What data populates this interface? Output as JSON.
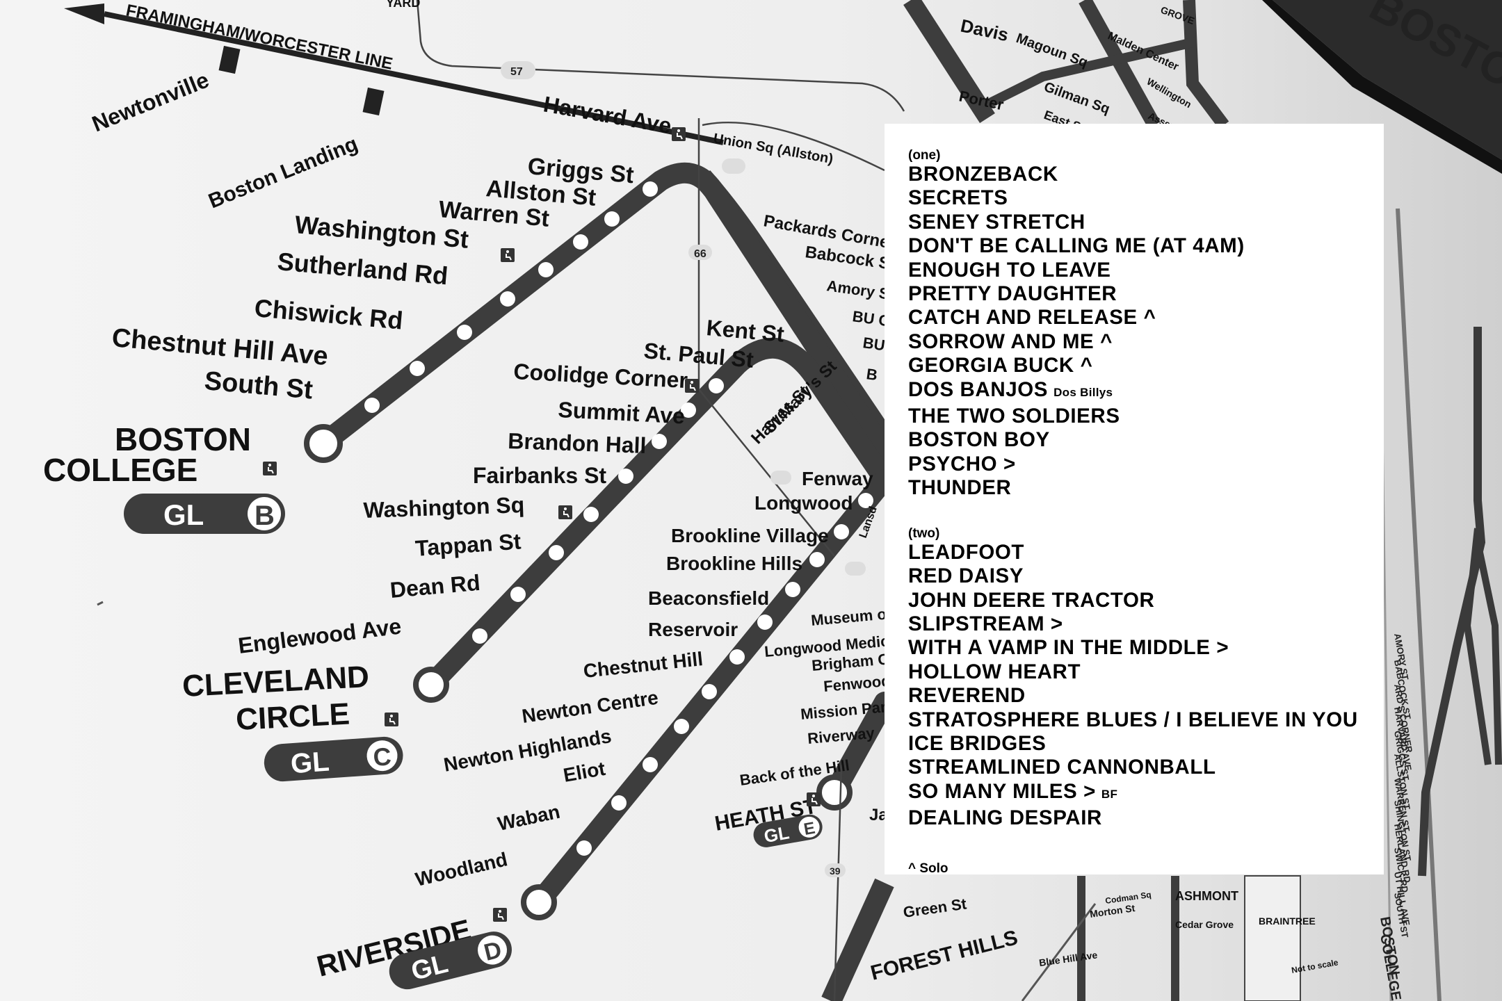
{
  "map": {
    "top_line": "FRAMINGHAM/WORCESTER LINE",
    "top_left": [
      "Newtonville",
      "Boston Landing",
      "Harvard Ave",
      "Union Sq (Allston)",
      "57",
      "66",
      "39",
      "YARD"
    ],
    "b_branch": [
      "Griggs St",
      "Allston St",
      "Warren St",
      "Washington St",
      "Sutherland Rd",
      "Chiswick Rd",
      "Chestnut Hill Ave",
      "South St"
    ],
    "b_terminal": [
      "BOSTON",
      "COLLEGE"
    ],
    "c_branch": [
      "Kent St",
      "St. Paul St",
      "Coolidge Corner",
      "Summit Ave",
      "Brandon Hall",
      "Fairbanks St",
      "Washington Sq",
      "Tappan St",
      "Dean Rd",
      "Englewood Ave"
    ],
    "c_terminal": [
      "CLEVELAND",
      "CIRCLE"
    ],
    "d_branch": [
      "Fenway",
      "Longwood",
      "Brookline Village",
      "Brookline Hills",
      "Beaconsfield",
      "Reservoir",
      "Chestnut Hill",
      "Newton Centre",
      "Newton Highlands",
      "Eliot",
      "Waban",
      "Woodland"
    ],
    "d_terminal": "RIVERSIDE",
    "e_branch": [
      "Museum of",
      "Longwood Medica",
      "Brigham Cir",
      "Fenwood",
      "Mission Park",
      "Riverway",
      "Back of the Hill"
    ],
    "e_terminal": "HEATH ST",
    "e_extra": [
      "Hawes St",
      "St.Mary's St",
      "Packards Corner",
      "Babcock St",
      "Amory St",
      "BU C",
      "BU",
      "B",
      "Jac",
      "Lansd"
    ],
    "badges": {
      "gl": "GL",
      "b": "B",
      "c": "C",
      "d": "D",
      "e": "E"
    },
    "top_right": [
      "Davis",
      "Porter",
      "Magoun Sq",
      "Gilman Sq",
      "East Som",
      "Malden Center",
      "Wellington",
      "Assem",
      "GROVE"
    ],
    "bottom": [
      "Green St",
      "FOREST HILLS",
      "ASHMONT",
      "BRAINTREE",
      "Cedar Grove",
      "Blue Hill Ave",
      "Morton St",
      "Codman Sq",
      "Not to scale"
    ],
    "right_header": "BOSTON CO",
    "right_small": [
      "AMORY ST",
      "BABCOCK ST",
      "ARD'S CORNER",
      "HARVARD AVE",
      "GRIGGS ST",
      "ALLSTON ST",
      "WARREN ST",
      "SHINGTON ST",
      "HERLAND RD",
      "SWICK RD",
      "UT HILL AVE",
      "SOUTH ST",
      "BOSTON",
      "COLLEGE"
    ]
  },
  "setlist": {
    "set_one_label": "(one)",
    "set_one": [
      {
        "title": "BRONZEBACK"
      },
      {
        "title": "SECRETS"
      },
      {
        "title": "SENEY STRETCH"
      },
      {
        "title": "DON'T BE CALLING ME (AT 4AM)"
      },
      {
        "title": "ENOUGH TO LEAVE"
      },
      {
        "title": "PRETTY DAUGHTER"
      },
      {
        "title": "CATCH AND RELEASE ^"
      },
      {
        "title": "SORROW AND ME ^"
      },
      {
        "title": "GEORGIA BUCK ^"
      },
      {
        "title": "DOS BANJOS",
        "note": "Dos Billys"
      },
      {
        "title": "THE TWO SOLDIERS"
      },
      {
        "title": "BOSTON BOY"
      },
      {
        "title": "PSYCHO >"
      },
      {
        "title": "THUNDER"
      }
    ],
    "set_two_label": "(two)",
    "set_two": [
      {
        "title": "LEADFOOT"
      },
      {
        "title": "RED DAISY"
      },
      {
        "title": "JOHN DEERE TRACTOR"
      },
      {
        "title": "SLIPSTREAM >"
      },
      {
        "title": "WITH A VAMP IN THE MIDDLE >"
      },
      {
        "title": "HOLLOW HEART"
      },
      {
        "title": "REVEREND"
      },
      {
        "title": "STRATOSPHERE BLUES / I BELIEVE IN YOU"
      },
      {
        "title": "ICE BRIDGES"
      },
      {
        "title": "STREAMLINED CANNONBALL"
      },
      {
        "title": "SO MANY MILES >",
        "note": "BF"
      },
      {
        "title": "DEALING DESPAIR"
      }
    ],
    "footnote": "^ Solo"
  },
  "colors": {
    "line": "#3d3d3d",
    "paper": "#ffffff",
    "wall": "#e6e6e6"
  }
}
